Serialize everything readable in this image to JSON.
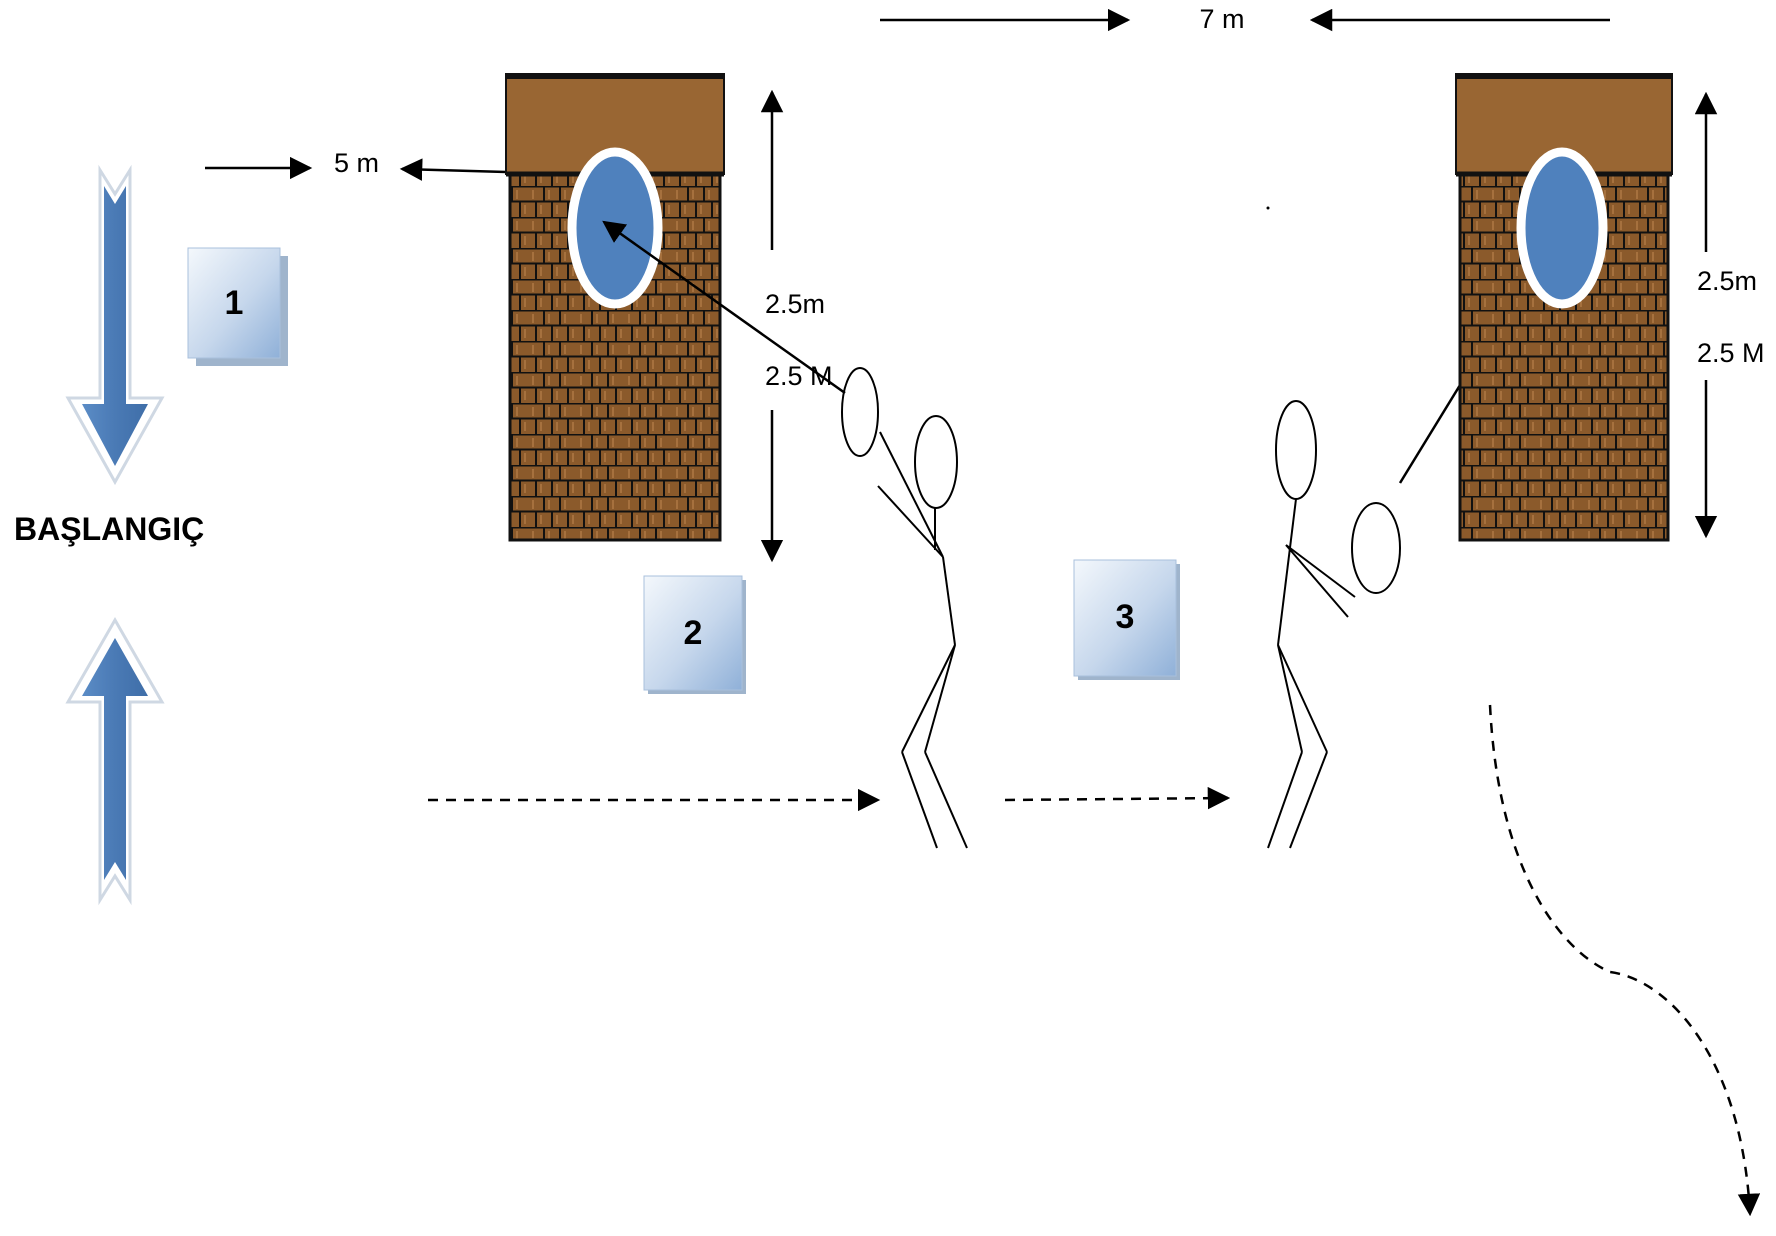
{
  "start_label": "BAŞLANGIÇ",
  "distances": {
    "top_span": "7 m",
    "start_to_wall": "5 m",
    "left_wall_height_a": "2.5m",
    "left_wall_height_b": "2.5 M",
    "right_wall_height_a": "2.5m",
    "right_wall_height_b": "2.5 M"
  },
  "stations": [
    "1",
    "2",
    "3"
  ],
  "colors": {
    "arrow_blue": "#4f81bd",
    "station_box_light": "#e9f0f8",
    "station_box_dark": "#9db8da",
    "wall_cap": "#996633",
    "brick": "#8b5a2b",
    "target_blue": "#4f81bd"
  }
}
